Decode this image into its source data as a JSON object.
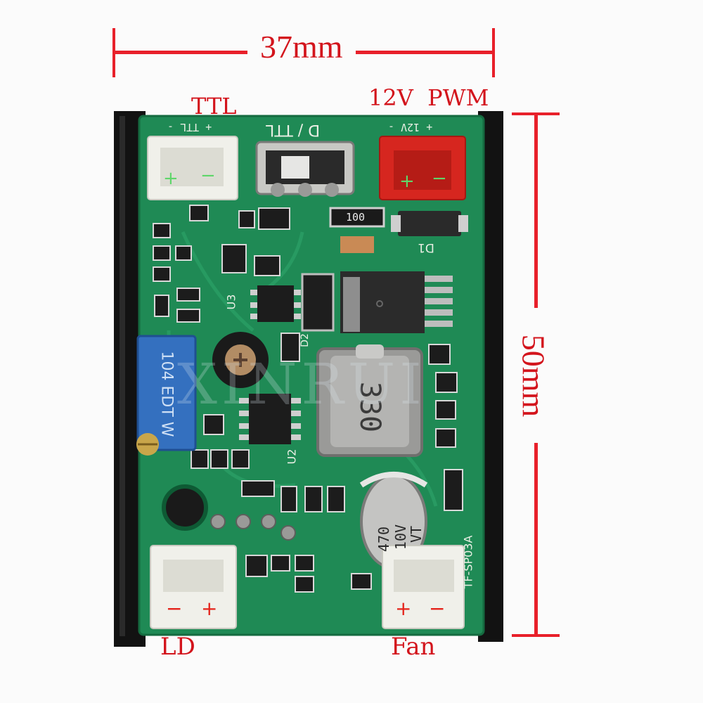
{
  "dimensions": {
    "width_label": "37mm",
    "height_label": "50mm"
  },
  "connectors": {
    "ttl": "TTL",
    "pwm": "12V  PWM",
    "ld": "LD",
    "fan": "Fan"
  },
  "silkscreen": {
    "ttl_pins": "+ TTL -",
    "switch": "D / TTL",
    "pwm_pins": "+ 12V -",
    "d1": "D1",
    "d2": "D2",
    "u2": "U2",
    "u3": "U3",
    "board_id": "TF-SP03A",
    "inductor_big": "330",
    "resistor_100": "100",
    "cap_top": "470",
    "cap_mid": "10V",
    "cap_bot": "VT",
    "watermark": "XINRUI",
    "trimpot": "104 EDT W"
  },
  "colors": {
    "annotation": "#d3141c",
    "pcb": "#1f8a55",
    "heatsink": "#121212"
  }
}
